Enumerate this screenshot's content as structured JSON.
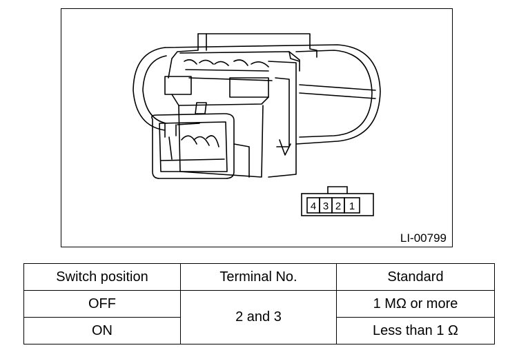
{
  "figure": {
    "id": "LI-00799",
    "terminal_labels": [
      "4",
      "3",
      "2",
      "1"
    ]
  },
  "table": {
    "headers": [
      "Switch position",
      "Terminal No.",
      "Standard"
    ],
    "rows": [
      {
        "position": "OFF",
        "terminal": "2 and 3",
        "standard": "1 MΩ or more"
      },
      {
        "position": "ON",
        "terminal": "2 and 3",
        "standard": "Less than 1 Ω"
      }
    ]
  }
}
